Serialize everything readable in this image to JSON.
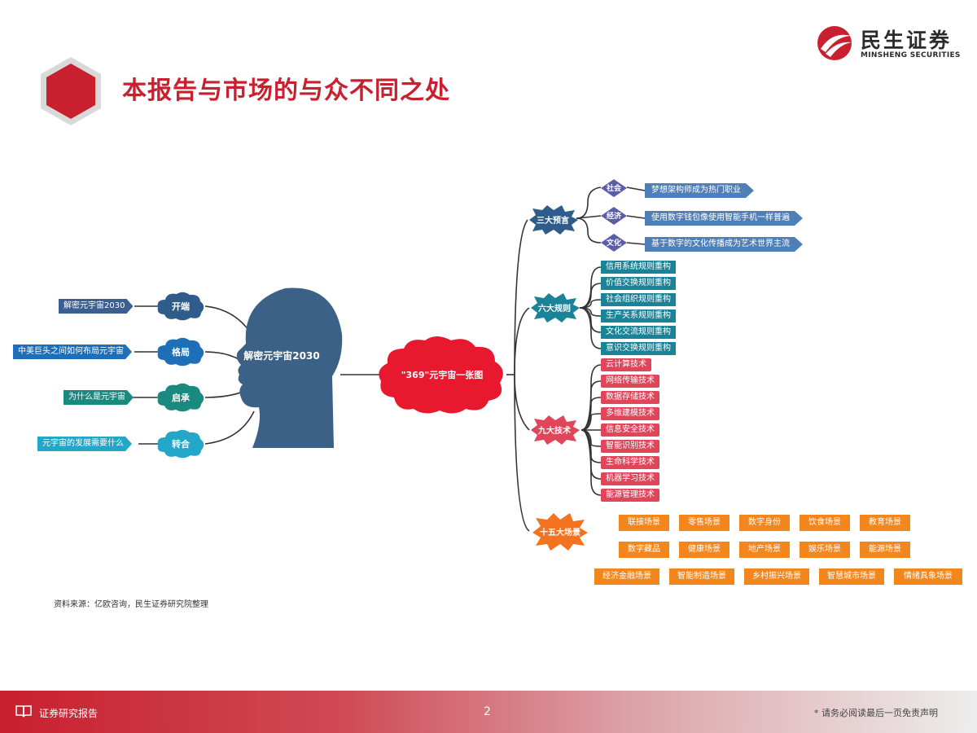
{
  "header": {
    "title": "本报告与市场的与众不同之处",
    "logo_cn": "民生证券",
    "logo_en": "MINSHENG SECURITIES",
    "brand_color": "#c8202f"
  },
  "mindmap": {
    "head_label": "解密元宇宙2030",
    "center_label": "\"369\"元宇宙一张图",
    "left_branches": [
      {
        "node": "开端",
        "tag": "解密元宇宙2030"
      },
      {
        "node": "格局",
        "tag": "中美巨头之间如何布局元宇宙"
      },
      {
        "node": "启承",
        "tag": "为什么是元宇宙"
      },
      {
        "node": "转合",
        "tag": "元宇宙的发展需要什么"
      }
    ],
    "three": {
      "node": "三大预言",
      "items": [
        {
          "category": "社会",
          "text": "梦想架构师成为热门职业"
        },
        {
          "category": "经济",
          "text": "使用数字钱包像使用智能手机一样普遍"
        },
        {
          "category": "文化",
          "text": "基于数字的文化传播成为艺术世界主流"
        }
      ]
    },
    "six": {
      "node": "六大规则",
      "items": [
        "信用系统规则重构",
        "价值交换规则重构",
        "社会组织规则重构",
        "生产关系规则重构",
        "文化交流规则重构",
        "意识交换规则重构"
      ]
    },
    "nine": {
      "node": "九大技术",
      "items": [
        "云计算技术",
        "网络传输技术",
        "数据存储技术",
        "多维建模技术",
        "信息安全技术",
        "智能识别技术",
        "生命科学技术",
        "机器学习技术",
        "能源管理技术"
      ]
    },
    "fifteen": {
      "node": "十五大场景",
      "row1": [
        "联接场景",
        "零售场景",
        "数字身份",
        "饮食场景",
        "教育场景"
      ],
      "row2": [
        "数字藏品",
        "健康场景",
        "地产场景",
        "娱乐场景",
        "能源场景"
      ],
      "row3": [
        "经济金融场景",
        "智能制造场景",
        "乡村振兴场景",
        "智慧城市场景",
        "情绪具象场景"
      ]
    }
  },
  "source": "资料来源：亿欧咨询，民生证券研究院整理",
  "footer": {
    "label": "证券研究报告",
    "page": "2",
    "note": "* 请务必阅读最后一页免责声明"
  }
}
